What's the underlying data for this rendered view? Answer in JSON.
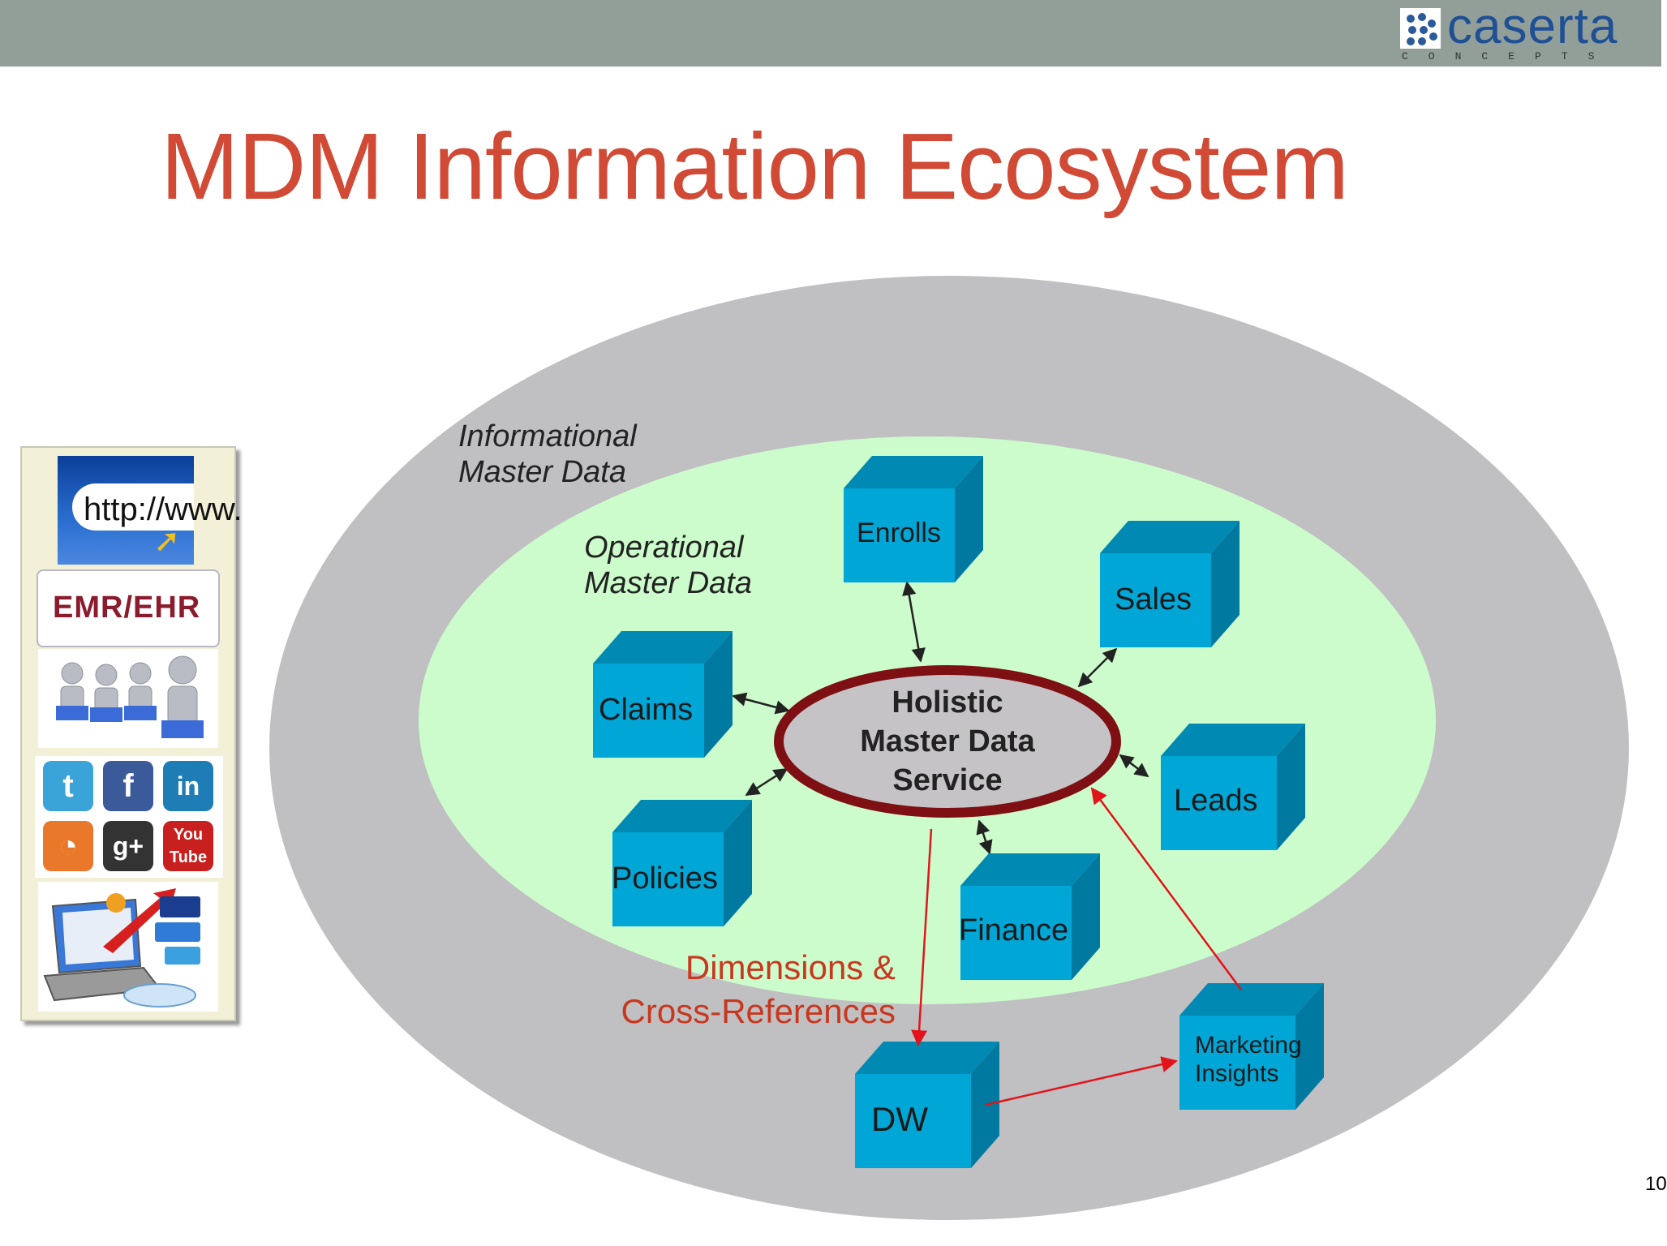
{
  "header": {
    "logo_name": "caserta",
    "logo_tagline": "CONCEPTS",
    "colors": {
      "bar": "#919f98",
      "logo": "#1f4f95"
    }
  },
  "slide": {
    "title": "MDM Information Ecosystem",
    "page_number": "10",
    "title_color": "#d04a35"
  },
  "sources": {
    "http_text": "http://www.",
    "emr_text": "EMR/EHR",
    "social_icons": [
      {
        "name": "twitter-icon",
        "glyph": "t",
        "color": "#3aa3d8"
      },
      {
        "name": "facebook-icon",
        "glyph": "f",
        "color": "#3b5a9a"
      },
      {
        "name": "linkedin-icon",
        "glyph": "in",
        "color": "#1e7db5"
      },
      {
        "name": "rss-icon",
        "glyph": "◔",
        "color": "#e9782a"
      },
      {
        "name": "google-plus-icon",
        "glyph": "g+",
        "color": "#333333"
      },
      {
        "name": "youtube-icon",
        "glyph": "You Tube",
        "color": "#c8201e"
      }
    ]
  },
  "diagram": {
    "outer_label": [
      "Informational",
      "Master Data"
    ],
    "inner_label": [
      "Operational",
      "Master Data"
    ],
    "hub_label": [
      "Holistic",
      "Master Data",
      "Service"
    ],
    "cross_ref_label": [
      "Dimensions &",
      "Cross-References"
    ],
    "colors": {
      "outer": "#c0bfc2",
      "inner": "#ccfccc",
      "hub_ring": "#7e0f12",
      "hub_fill": "#c5c3c6",
      "cube_front": "#00a6d6",
      "cube_top": "#0089b3",
      "cube_side": "#0079a0",
      "red_arrow": "#e2141a"
    },
    "domains": {
      "enrolls": "Enrolls",
      "sales": "Sales",
      "claims": "Claims",
      "leads": "Leads",
      "policies": "Policies",
      "finance": "Finance",
      "dw": "DW",
      "marketing_insights": [
        "Marketing",
        "Insights"
      ]
    }
  }
}
